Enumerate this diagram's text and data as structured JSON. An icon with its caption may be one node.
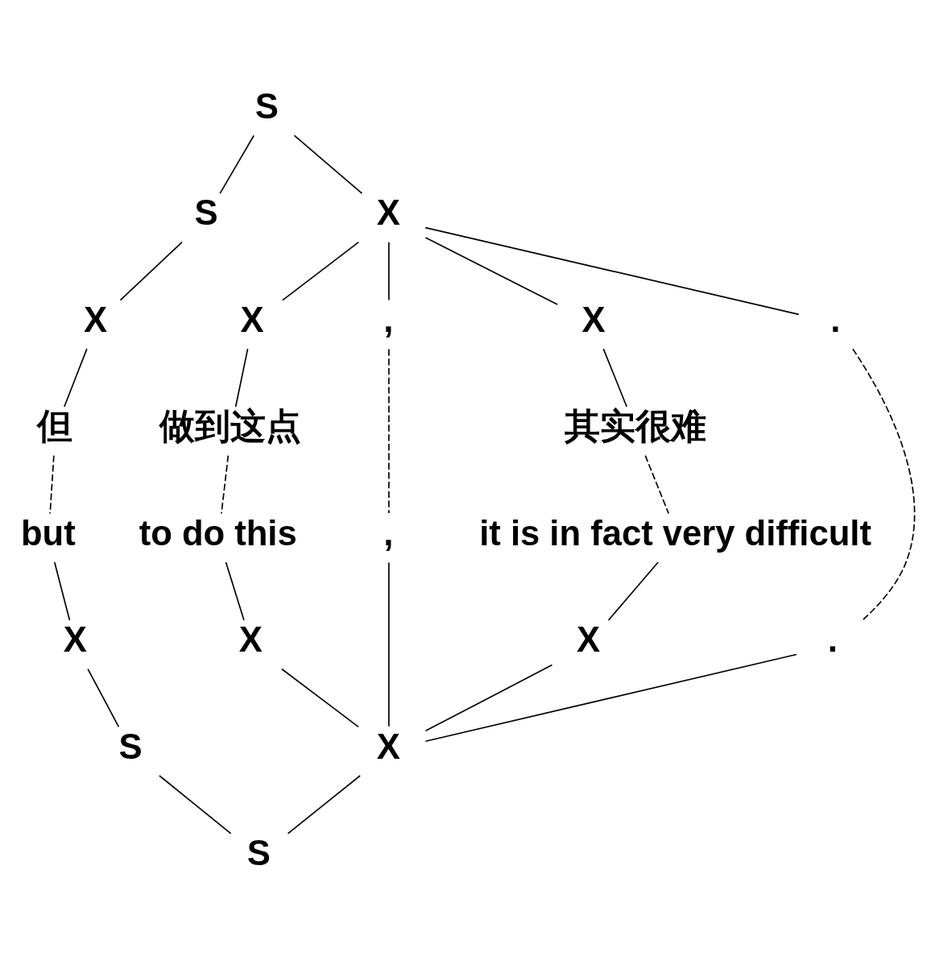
{
  "diagram": {
    "nodes": [
      {
        "text": [
          "S"
        ]
      },
      {
        "text": [
          "S"
        ]
      },
      {
        "text": [
          "X"
        ]
      },
      {
        "text": [
          "X"
        ]
      },
      {
        "text": [
          "X"
        ]
      },
      {
        "text": [
          ","
        ]
      },
      {
        "text": [
          "X"
        ]
      },
      {
        "text": [
          "."
        ]
      },
      {
        "text": [
          "但"
        ]
      },
      {
        "text": [
          "做到这点"
        ]
      },
      {
        "text": [
          "其实很难"
        ]
      },
      {
        "text": [
          "but"
        ]
      },
      {
        "text": [
          "to do this"
        ]
      },
      {
        "text": [
          "it is in fact very difficult"
        ]
      },
      {
        "text": [
          "X"
        ]
      },
      {
        "text": [
          "X"
        ]
      },
      {
        "text": [
          ","
        ]
      },
      {
        "text": [
          "X"
        ]
      },
      {
        "text": [
          "."
        ]
      },
      {
        "text": [
          "S"
        ]
      },
      {
        "text": [
          "X"
        ]
      },
      {
        "text": [
          "S"
        ]
      }
    ],
    "edges": [
      {
        "from": 0,
        "to": 1,
        "arrow": "none"
      },
      {
        "from": 0,
        "to": 2,
        "arrow": "none"
      },
      {
        "from": 1,
        "to": 3,
        "arrow": "none"
      },
      {
        "from": 2,
        "to": 4,
        "arrow": "none"
      },
      {
        "from": 2,
        "to": 5,
        "arrow": "none"
      },
      {
        "from": 2,
        "to": 6,
        "arrow": "none"
      },
      {
        "from": 2,
        "to": 7,
        "arrow": "none"
      },
      {
        "from": 3,
        "to": 8,
        "arrow": "none"
      },
      {
        "from": 4,
        "to": 9,
        "arrow": "none"
      },
      {
        "from": 6,
        "to": 10,
        "arrow": "none"
      },
      {
        "from": 8,
        "to": 11,
        "arrow": "none",
        "style": "dashed"
      },
      {
        "from": 9,
        "to": 12,
        "arrow": "none",
        "style": "dashed"
      },
      {
        "from": 5,
        "to": 16,
        "arrow": "none",
        "style": "dashed"
      },
      {
        "from": 10,
        "to": 13,
        "arrow": "none",
        "style": "dashed"
      },
      {
        "from": 7,
        "to": 18,
        "arrow": "none",
        "style": "dashed"
      },
      {
        "from": 11,
        "to": 14,
        "arrow": "none"
      },
      {
        "from": 12,
        "to": 15,
        "arrow": "none"
      },
      {
        "from": 13,
        "to": 17,
        "arrow": "none"
      },
      {
        "from": 14,
        "to": 19,
        "arrow": "none"
      },
      {
        "from": 15,
        "to": 20,
        "arrow": "none"
      },
      {
        "from": 16,
        "to": 20,
        "arrow": "none"
      },
      {
        "from": 17,
        "to": 20,
        "arrow": "none"
      },
      {
        "from": 18,
        "to": 20,
        "arrow": "none"
      },
      {
        "from": 19,
        "to": 21,
        "arrow": "none"
      },
      {
        "from": 20,
        "to": 21,
        "arrow": "none"
      }
    ]
  }
}
